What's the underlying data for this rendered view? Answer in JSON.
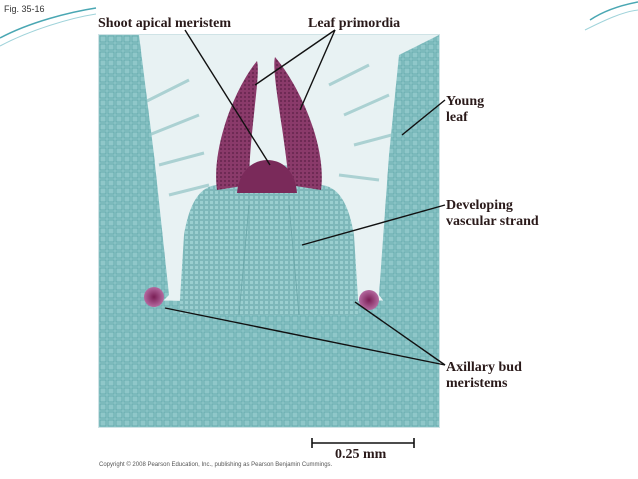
{
  "figure": {
    "number_label": "Fig. 35-16",
    "copyright": "Copyright © 2008 Pearson Education, Inc., publishing as Pearson Benjamin Cummings."
  },
  "labels": {
    "shoot_apical_meristem": "Shoot apical meristem",
    "leaf_primordia": "Leaf primordia",
    "young_leaf": "Young leaf",
    "developing_vascular_strand": "Developing vascular strand",
    "axillary_bud_meristems": "Axillary bud meristems"
  },
  "scale": {
    "text": "0.25 mm"
  },
  "colors": {
    "tissue_teal": "#8fc7c9",
    "stain_magenta": "#7a2a5a",
    "background_light": "#e8f2f3",
    "swoosh": "#4aa7b3"
  }
}
